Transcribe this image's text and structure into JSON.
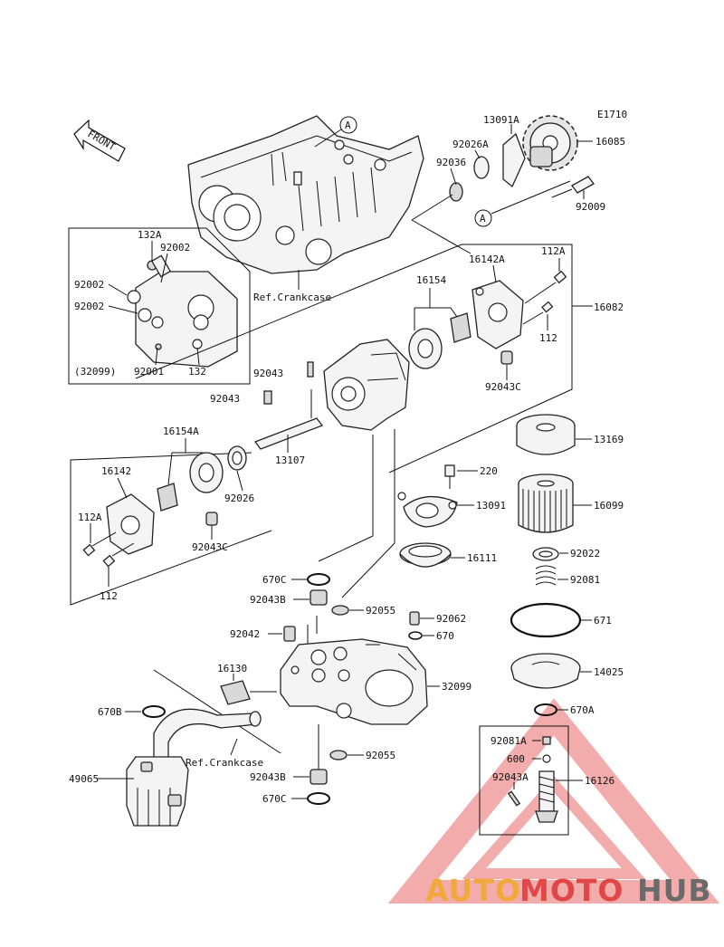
{
  "diagram_code": "E1710",
  "front_arrow_label": "FRONT",
  "ref_crankcase_top": "Ref.Crankcase",
  "ref_crankcase_bottom": "Ref.Crankcase",
  "callout_a": "A",
  "inset_assembly_label": "(32099)",
  "parts": {
    "p13091A": "13091A",
    "p92026A": "92026A",
    "p92036": "92036",
    "p16085": "16085",
    "p92009": "92009",
    "p132A": "132A",
    "p92002_top": "92002",
    "p92002_mid": "92002",
    "p92002_low": "92002",
    "p92001": "92001",
    "p132": "132",
    "p112A_top": "112A",
    "p16142A": "16142A",
    "p16154": "16154",
    "p16082": "16082",
    "p112_top": "112",
    "p92043C_top": "92043C",
    "p92043_a": "92043",
    "p92043_b": "92043",
    "p16154A": "16154A",
    "p13107": "13107",
    "p16142": "16142",
    "p92026": "92026",
    "p112A_low": "112A",
    "p92043C_low": "92043C",
    "p112_low": "112",
    "p13169": "13169",
    "p220": "220",
    "p13091": "13091",
    "p16099": "16099",
    "p16111": "16111",
    "p92022": "92022",
    "p92081": "92081",
    "p670C_top": "670C",
    "p92043B_top": "92043B",
    "p92055_top": "92055",
    "p92062": "92062",
    "p670": "670",
    "p92042": "92042",
    "p671": "671",
    "p16130": "16130",
    "p32099": "32099",
    "p14025": "14025",
    "p670B": "670B",
    "p670A": "670A",
    "p92055_low": "92055",
    "p92081A": "92081A",
    "p600": "600",
    "p49065": "49065",
    "p92043B_low": "92043B",
    "p92043A": "92043A",
    "p16126": "16126",
    "p670C_low": "670C"
  },
  "watermark": {
    "word_auto": "AUTO",
    "word_moto": "MOTO",
    "word_hub": "HUB",
    "color_auto": "#f2a93b",
    "color_moto": "#e04848",
    "color_hub": "#6a6a6a",
    "triangle_color": "#e86a6a"
  }
}
